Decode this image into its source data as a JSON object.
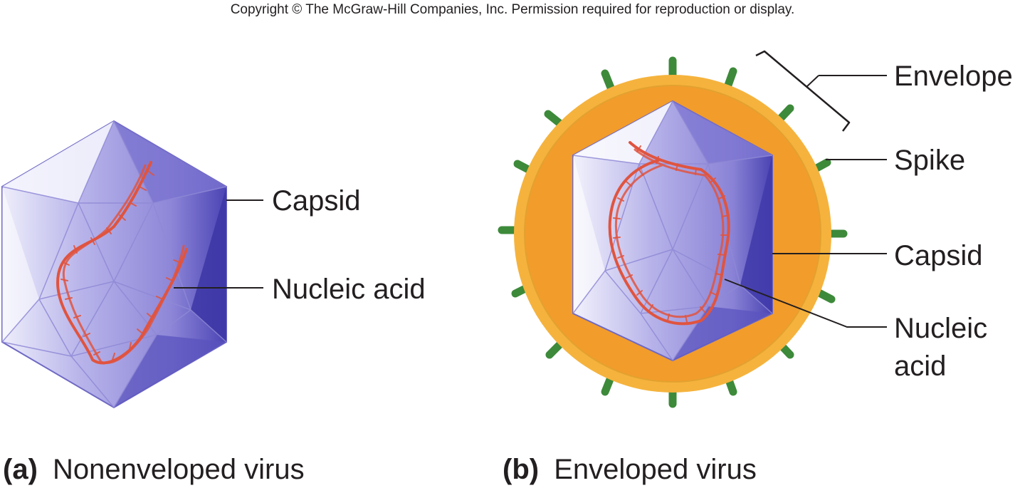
{
  "copyright": "Copyright © The McGraw-Hill Companies, Inc. Permission required for reproduction or display.",
  "panel_a": {
    "caption_letter": "(a)",
    "caption_text": "Nonenveloped virus",
    "labels": {
      "capsid": "Capsid",
      "nucleic_acid": "Nucleic acid"
    }
  },
  "panel_b": {
    "caption_letter": "(b)",
    "caption_text": "Enveloped virus",
    "labels": {
      "envelope": "Envelope",
      "spike": "Spike",
      "capsid": "Capsid",
      "nucleic_line1": "Nucleic",
      "nucleic_line2": "acid"
    }
  },
  "colors": {
    "capsid_light": "#c9c7f2",
    "capsid_mid": "#9d97e0",
    "capsid_dark": "#4a45b0",
    "envelope_outer": "#f5b33d",
    "envelope_inner": "#f29c2b",
    "spike": "#3d8a3a",
    "nucleic": "#e0543f"
  }
}
